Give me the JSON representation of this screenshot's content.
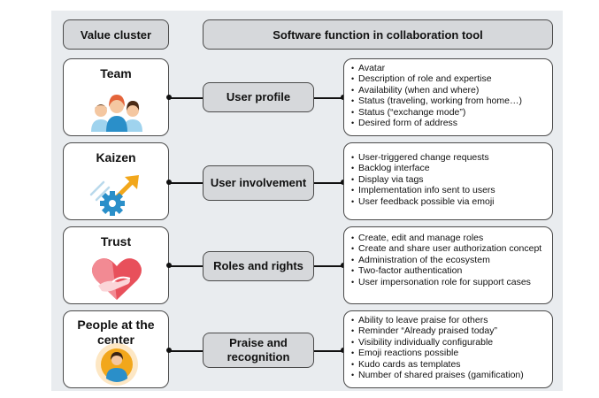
{
  "headers": {
    "value_cluster": "Value cluster",
    "software_function": "Software function in collaboration tool"
  },
  "rows": [
    {
      "value": "Team",
      "function": "User profile",
      "icon": "team-people-icon",
      "items": [
        "Avatar",
        "Description of role and expertise",
        "Availability (when and where)",
        "Status (traveling, working from home…)",
        "Status (“exchange mode”)",
        "Desired form of address"
      ]
    },
    {
      "value": "Kaizen",
      "function": "User involvement",
      "icon": "gear-arrow-icon",
      "items": [
        "User-triggered change requests",
        "Backlog interface",
        "Display via tags",
        "Implementation info sent to users",
        "User feedback possible via emoji"
      ]
    },
    {
      "value": "Trust",
      "function": "Roles and rights",
      "icon": "heart-handshake-icon",
      "items": [
        "Create, edit and manage roles",
        "Create and share user authorization concept",
        "Administration of the ecosystem",
        "Two-factor authentication",
        "User impersonation role for support cases"
      ]
    },
    {
      "value": "People at the center",
      "function": "Praise and recognition",
      "icon": "person-center-icon",
      "items": [
        "Ability to leave praise for others",
        "Reminder “Already praised today”",
        "Visibility individually configurable",
        "Emoji reactions possible",
        "Kudo cards as templates",
        "Number of shared praises (gamification)"
      ]
    }
  ],
  "colors": {
    "background": "#e9ecef",
    "function_box": "#d6d8db",
    "border": "#4a4a4a",
    "accent_blue": "#2a8fc9",
    "accent_orange": "#f2a71b",
    "accent_pink": "#e8505b"
  }
}
